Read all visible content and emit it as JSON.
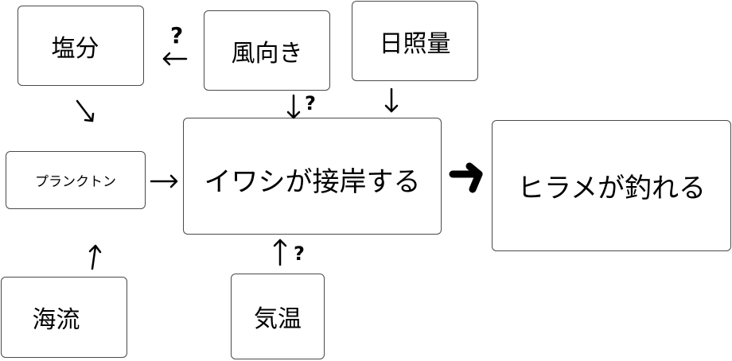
{
  "nodes": {
    "salt": "塩分",
    "wind": "風向き",
    "sunshine": "日照量",
    "plankton": "プランクトン",
    "sardine": "イワシが接岸する",
    "flounder": "ヒラメが釣れる",
    "current": "海流",
    "temperature": "気温"
  },
  "uncertain_mark": "?"
}
